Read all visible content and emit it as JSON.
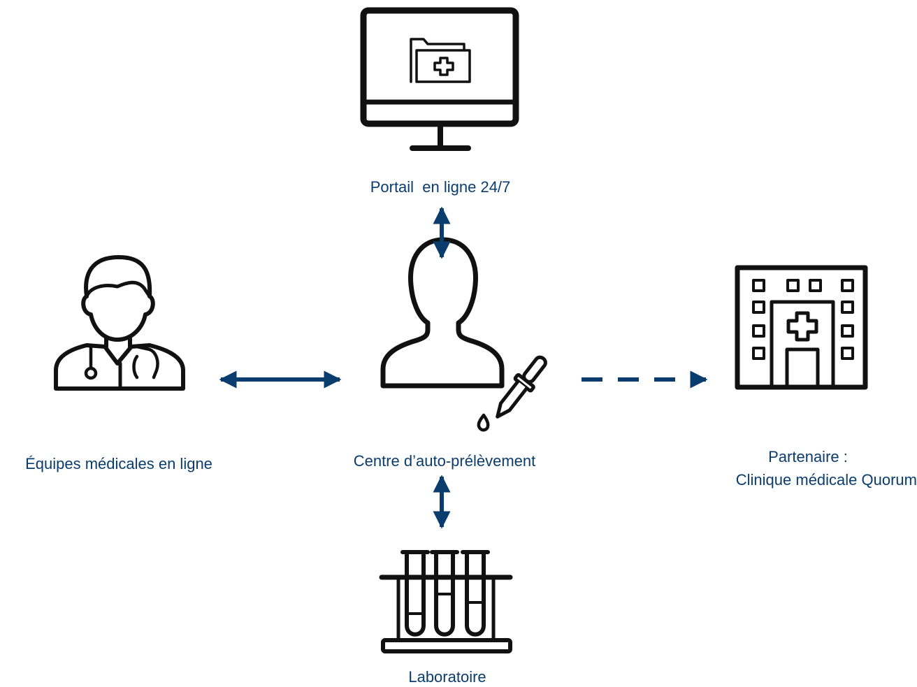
{
  "colors": {
    "label": "#0b3c6e",
    "arrow": "#0b3c6e",
    "icon": "#111111"
  },
  "nodes": {
    "portal": {
      "label": "Portail  en ligne 24/7",
      "icon": "monitor-with-medical-folder-icon"
    },
    "center": {
      "label": "Centre d’auto-prélèvement",
      "icon": "person-with-dropper-icon"
    },
    "medical_team": {
      "label": "Équipes médicales en ligne",
      "icon": "doctor-icon"
    },
    "partner": {
      "label_line1": "Partenaire :",
      "label_line2": "Clinique médicale Quorum",
      "icon": "hospital-building-icon"
    },
    "laboratory": {
      "label": "Laboratoire",
      "icon": "test-tubes-icon"
    }
  },
  "connections": [
    {
      "from": "center",
      "to": "portal",
      "style": "solid",
      "direction": "both"
    },
    {
      "from": "center",
      "to": "medical_team",
      "style": "solid",
      "direction": "both"
    },
    {
      "from": "center",
      "to": "partner",
      "style": "dashed",
      "direction": "forward"
    },
    {
      "from": "center",
      "to": "laboratory",
      "style": "solid",
      "direction": "both"
    }
  ]
}
